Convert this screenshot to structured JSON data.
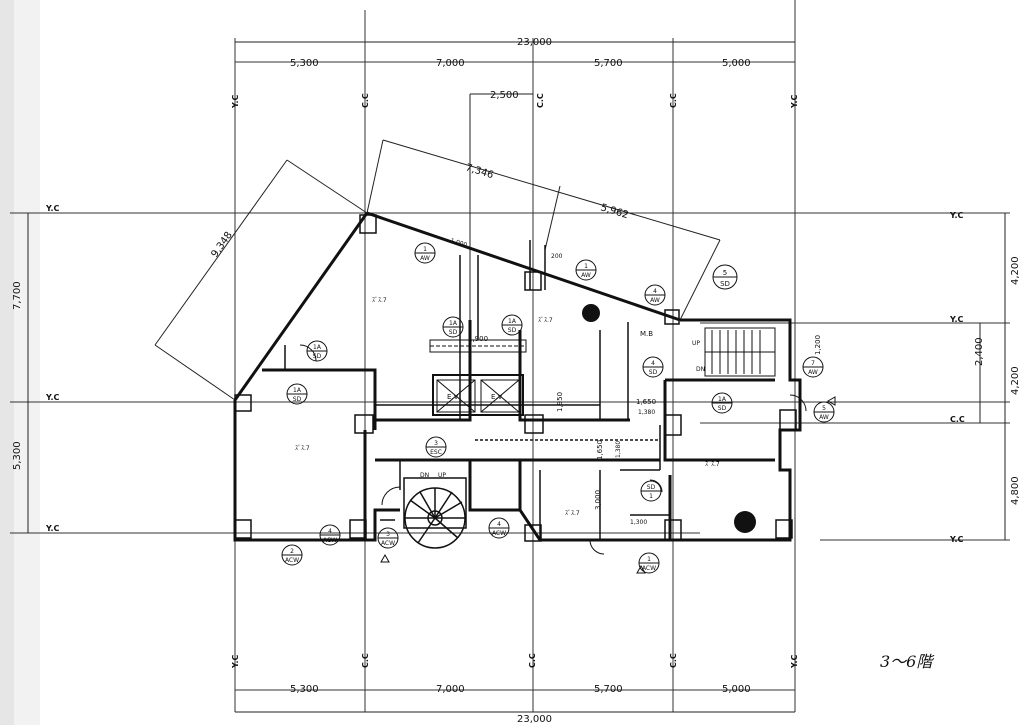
{
  "dimensions": {
    "total_width": "23,000",
    "top_spans": [
      "5,300",
      "7,000",
      "5,700",
      "5,000"
    ],
    "bottom_spans": [
      "5,300",
      "7,000",
      "5,700",
      "5,000"
    ],
    "core_width": "2,500",
    "diag_top": "7,346",
    "diag_top_right": "5,962",
    "diag_left": "9,348",
    "left_upper": "7,700",
    "left_lower": "5,300",
    "right_upper": "4,200",
    "right_mid": "2,400",
    "right_mid2": "4,200",
    "right_lower": "4,800",
    "right_small": "1,200",
    "core_depth": "1,900",
    "shaft_height": "1,950",
    "corridor": "1,650",
    "corridor2": "1,380",
    "corridor3": "1,650",
    "corridor4": "1,380",
    "room_depth": "3,000",
    "wall_offset": "1,000",
    "small_offset": "200",
    "misc": "1,300"
  },
  "axes": {
    "vertical": [
      "Y.C",
      "C.C",
      "C.C",
      "C.C",
      "Y.C"
    ],
    "horizontal_left": [
      "Y.C",
      "Y.C",
      "Y.C"
    ],
    "horizontal_right": [
      "Y.C",
      "Y.C",
      "C.C",
      "Y.C"
    ]
  },
  "elevator_label": "E.V",
  "stair_labels": {
    "up": "UP",
    "dn": "DN"
  },
  "tags": {
    "t1_num": "1",
    "t1_code": "AW",
    "t2_num": "1",
    "t2_code": "AW",
    "t3_num": "4",
    "t3_code": "AW",
    "t4_num": "5",
    "t4_code": "SD",
    "t5_num": "1A",
    "t5_code": "SD",
    "t6_num": "1A",
    "t6_code": "SD",
    "t7_num": "1A",
    "t7_code": "SD",
    "t8_num": "1A",
    "t8_code": "SD",
    "t9_num": "4",
    "t9_code": "SD",
    "t10_num": "7",
    "t10_code": "AW",
    "t11_num": "1A",
    "t11_code": "SD",
    "t12_num": "5",
    "t12_code": "AW",
    "t13_num": "3",
    "t13_code": "ESC",
    "t14_num": "SD",
    "t14_code": "1",
    "t15_num": "4",
    "t15_code": "ACW",
    "t16_num": "3",
    "t16_code": "ACW",
    "t17_num": "2",
    "t17_code": "ACW",
    "t18_num": "1",
    "t18_code": "ACW",
    "t19_num": "4",
    "t19_code": "ACW"
  },
  "room_label": "ｽﾞｽ.7",
  "mb_label": "M.B",
  "handwritten_floor": "3～6階"
}
